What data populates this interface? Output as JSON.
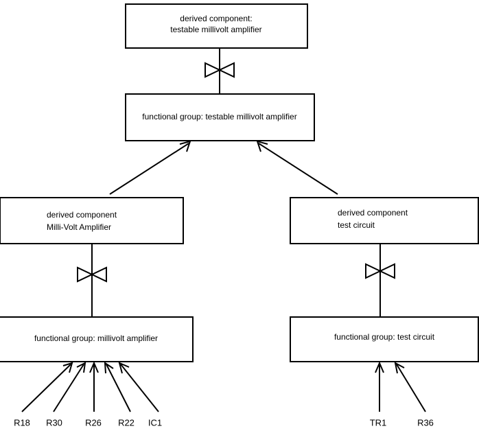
{
  "diagram": {
    "title": "",
    "colors": {
      "background": "#ffffff",
      "stroke": "#000000",
      "box_fill": "#ffffff",
      "text": "#000000"
    },
    "boxes": [
      {
        "id": "derived-testable-millivolt-amplifier",
        "line1": "derived component:",
        "line2": "testable millivolt amplifier",
        "align": "center"
      },
      {
        "id": "functional-group-testable-millivolt-amplifier",
        "line1": "functional group: testable millivolt amplifier",
        "line2": "",
        "align": "center"
      },
      {
        "id": "derived-milli-volt-amplifier",
        "line1": "derived component",
        "line2": "Milli-Volt Amplifier",
        "align": "left"
      },
      {
        "id": "derived-test-circuit",
        "line1": "derived component",
        "line2": "test circuit",
        "align": "left"
      },
      {
        "id": "functional-group-millivolt-amplifier",
        "line1": "functional group: millivolt amplifier",
        "line2": "",
        "align": "center"
      },
      {
        "id": "functional-group-test-circuit",
        "line1": "functional group: test circuit",
        "line2": "",
        "align": "center"
      }
    ],
    "leaf_labels": [
      {
        "id": "r18",
        "text": "R18"
      },
      {
        "id": "r30",
        "text": "R30"
      },
      {
        "id": "r26",
        "text": "R26"
      },
      {
        "id": "r22",
        "text": "R22"
      },
      {
        "id": "ic1",
        "text": "IC1"
      },
      {
        "id": "tr1",
        "text": "TR1"
      },
      {
        "id": "r36",
        "text": "R36"
      }
    ],
    "connectors": [
      {
        "id": "bowtie-top",
        "kind": "bowtie-realization"
      },
      {
        "id": "bowtie-left",
        "kind": "bowtie-realization"
      },
      {
        "id": "bowtie-right",
        "kind": "bowtie-realization"
      },
      {
        "id": "arrow-mva-to-testable",
        "kind": "open-arrow"
      },
      {
        "id": "arrow-test-to-testable",
        "kind": "open-arrow"
      },
      {
        "id": "arrow-r18",
        "kind": "open-arrow"
      },
      {
        "id": "arrow-r30",
        "kind": "open-arrow"
      },
      {
        "id": "arrow-r26",
        "kind": "open-arrow"
      },
      {
        "id": "arrow-r22",
        "kind": "open-arrow"
      },
      {
        "id": "arrow-ic1",
        "kind": "open-arrow"
      },
      {
        "id": "arrow-tr1",
        "kind": "open-arrow"
      },
      {
        "id": "arrow-r36",
        "kind": "open-arrow"
      }
    ]
  }
}
